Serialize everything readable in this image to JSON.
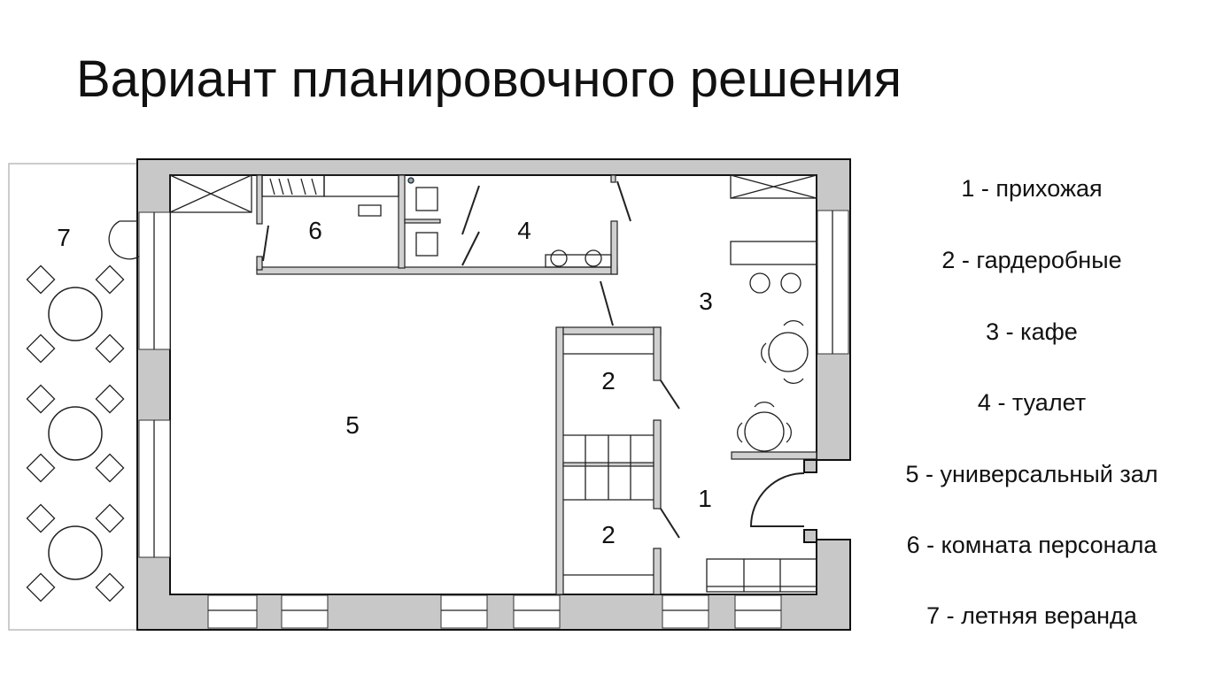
{
  "title": "Вариант планировочного решения",
  "rooms": {
    "r1": "1",
    "r2a": "2",
    "r2b": "2",
    "r3": "3",
    "r4": "4",
    "r5": "5",
    "r6": "6",
    "r7": "7"
  },
  "legend": [
    "1 - прихожая",
    "2 - гардеробные",
    "3 - кафе",
    "4 - туалет",
    "5 - универсальный зал",
    "6 - комната персонала",
    "7 - летняя веранда"
  ]
}
